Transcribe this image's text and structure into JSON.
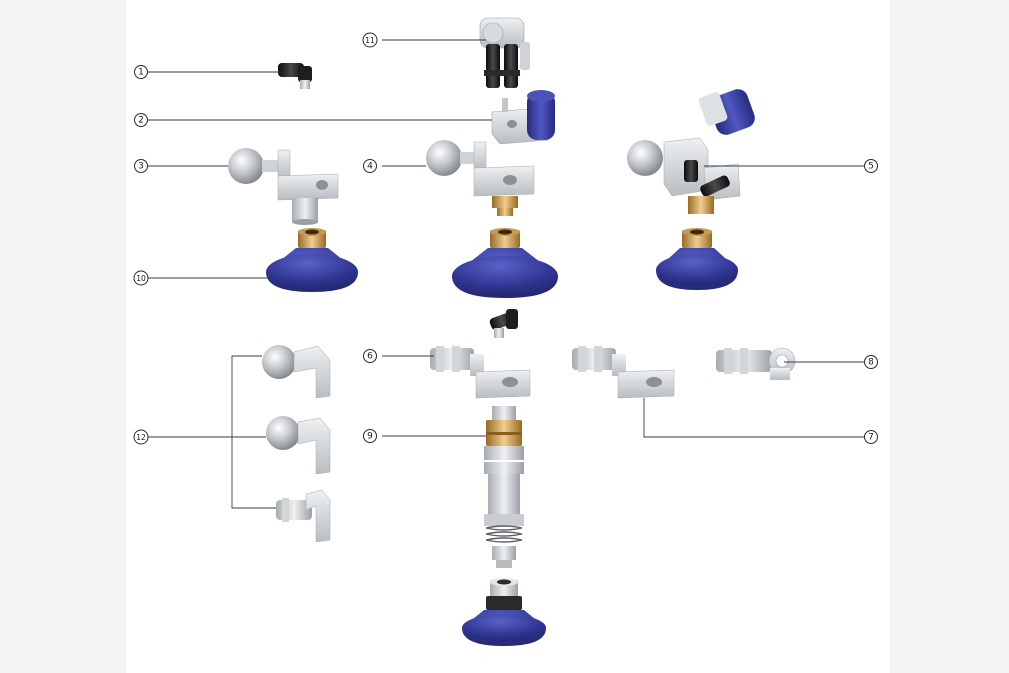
{
  "colors": {
    "background": "#f4f4f4",
    "panel": "#ffffff",
    "steel_light": "#e4e6e8",
    "steel_mid": "#c3c6ca",
    "steel_dark": "#8d9196",
    "brass_light": "#e8c488",
    "brass_dark": "#a9782c",
    "cup_blue": "#2f3591",
    "cup_blue_light": "#4b53b8",
    "black_fitting": "#1e1e1e",
    "leader": "#3a3a3a"
  },
  "callouts": [
    {
      "id": "1",
      "label": "1",
      "part": "elbow-push-in-fitting"
    },
    {
      "id": "2",
      "label": "2",
      "part": "valve-adapter-plate"
    },
    {
      "id": "3",
      "label": "3",
      "part": "ball-joint-holder-plain"
    },
    {
      "id": "4",
      "label": "4",
      "part": "ball-joint-holder-with-nipple"
    },
    {
      "id": "5",
      "label": "5",
      "part": "ball-joint-holder-with-fittings"
    },
    {
      "id": "6",
      "label": "6",
      "part": "offset-bracket-left"
    },
    {
      "id": "7",
      "label": "7",
      "part": "offset-bracket-right"
    },
    {
      "id": "8",
      "label": "8",
      "part": "clamp-adapter"
    },
    {
      "id": "9",
      "label": "9",
      "part": "spring-plunger"
    },
    {
      "id": "10",
      "label": "10",
      "part": "suction-cup"
    },
    {
      "id": "11",
      "label": "11",
      "part": "vacuum-generator"
    },
    {
      "id": "12",
      "label": "12",
      "part": "ball-joint-variants"
    }
  ]
}
